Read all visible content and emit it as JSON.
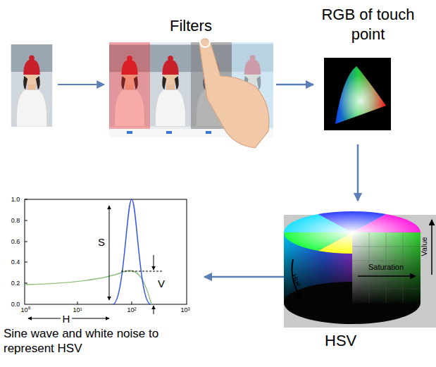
{
  "diagram": {
    "nodes": [
      {
        "text": [
          "Filters"
        ]
      },
      {
        "text": [
          "RGB of touch point"
        ]
      },
      {
        "text": [
          "HSV"
        ]
      },
      {
        "text": [
          "Sine wave and white noise to represent HSV"
        ]
      }
    ],
    "edges": [
      {
        "from": 0,
        "to": 1,
        "arrow": "to"
      },
      {
        "from": 1,
        "to": 2,
        "arrow": "to"
      },
      {
        "from": 2,
        "to": 3,
        "arrow": "to"
      }
    ],
    "labels": [
      "Hue",
      "Saturation",
      "Value",
      "1.0",
      "0.8",
      "0.6",
      "0.4",
      "0.2",
      "0.0",
      "10⁰",
      "10¹",
      "10²",
      "10³",
      "S",
      "V",
      "H"
    ]
  }
}
